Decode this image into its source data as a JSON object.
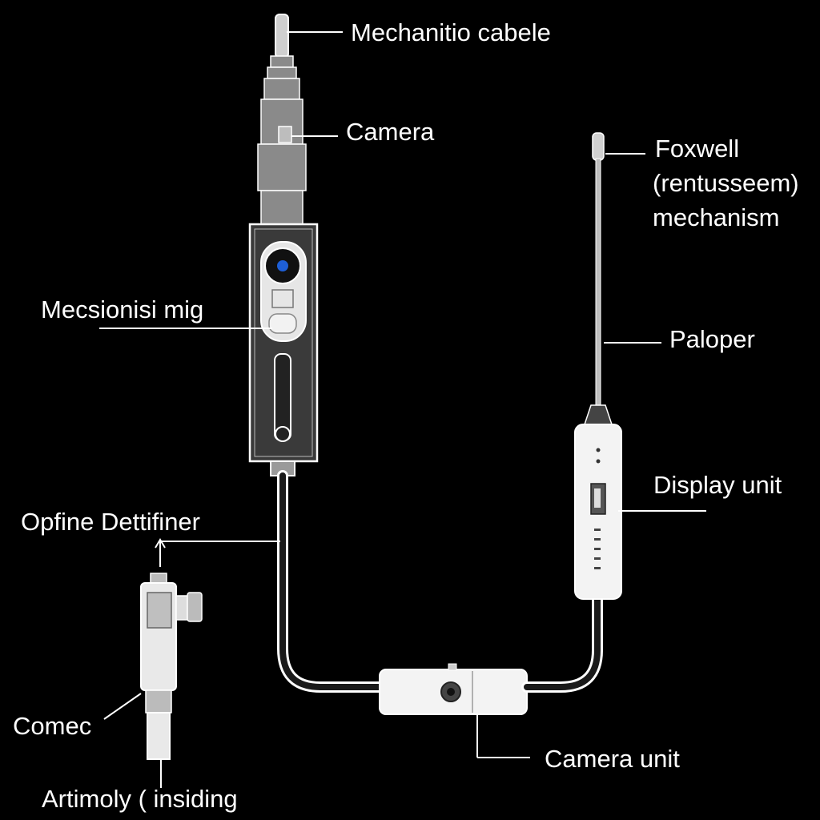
{
  "labels": {
    "mechanitio_cabele": "Mechanitio cabele",
    "camera": "Camera",
    "foxwell_line1": "Foxwell",
    "foxwell_line2": "(rentusseem)",
    "foxwell_line3": "mechanism",
    "mecsionisi_mig": "Mecsionisi mig",
    "paloper": "Paloper",
    "display_unit": "Display unit",
    "optine_dettifiner": "Opfine Dettifiner",
    "comec": "Comec",
    "camera_unit": "Camera unit",
    "artimoly_insiding": "Artimoly ( insiding"
  },
  "colors": {
    "background": "#000000",
    "line": "#ffffff",
    "device_fill": "#d9d9d9",
    "lens_accent": "#1e5fd6"
  }
}
